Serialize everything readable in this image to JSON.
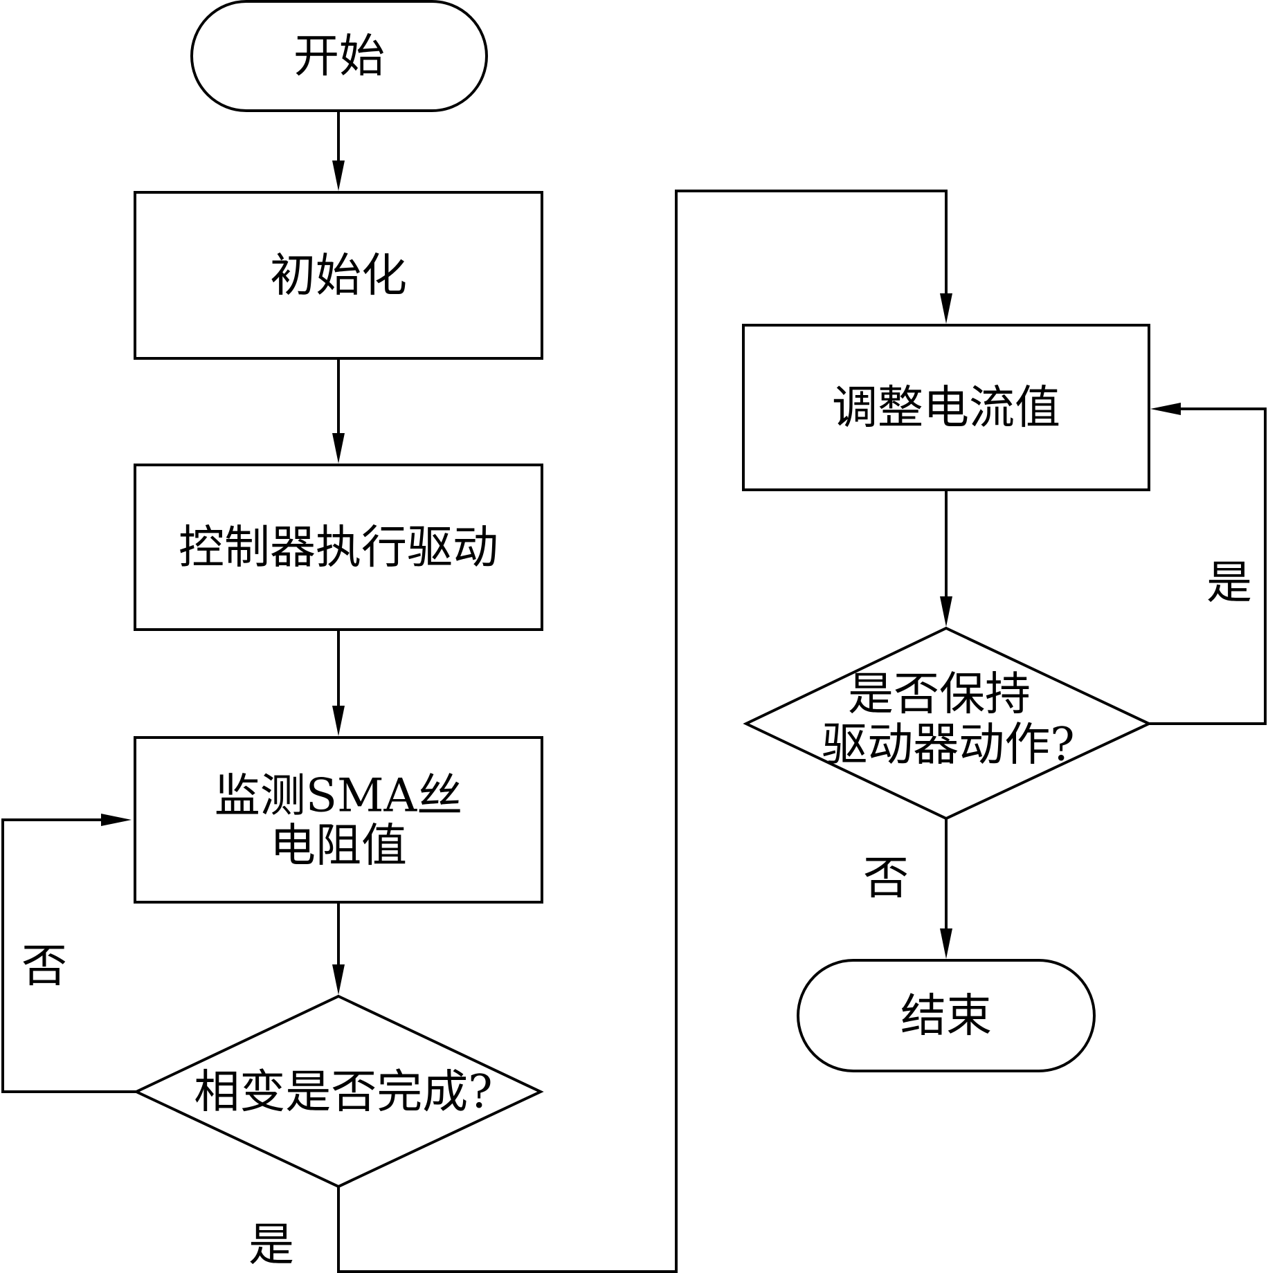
{
  "nodes": {
    "start": "开始",
    "init": "初始化",
    "drive": "控制器执行驱动",
    "monitor_line1": "监测SMA丝",
    "monitor_line2": "电阻值",
    "phase_check": "相变是否完成?",
    "adjust": "调整电流值",
    "hold_line1": "是否保持",
    "hold_line2": "驱动器动作?",
    "end": "结束"
  },
  "edge_labels": {
    "phase_no": "否",
    "phase_yes": "是",
    "hold_yes": "是",
    "hold_no": "否"
  }
}
